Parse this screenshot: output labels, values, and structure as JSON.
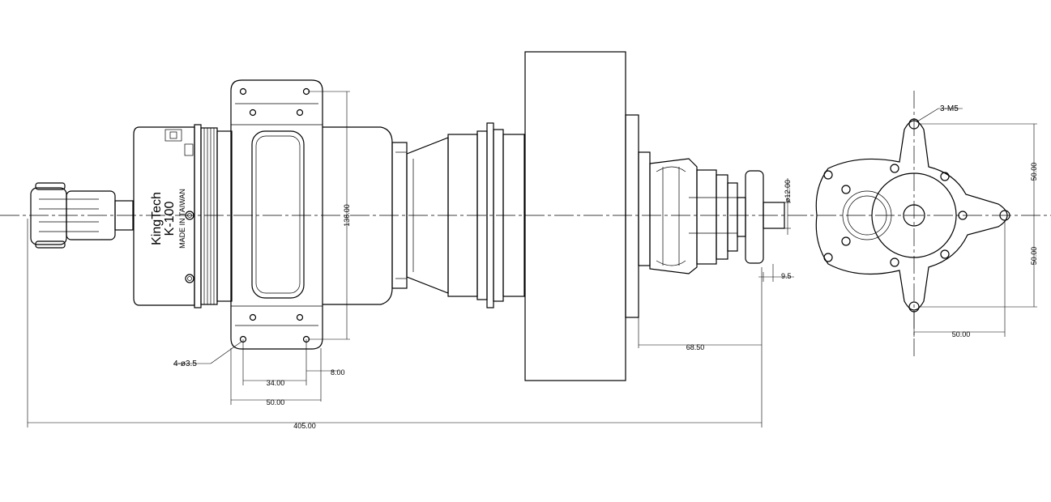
{
  "brand": {
    "line1": "KingTech",
    "line2": "K-100",
    "line3": "MADE IN TAIWAN"
  },
  "dimensions": {
    "overall_length": "405.00",
    "flange_height": "136.00",
    "flange_width": "50.00",
    "hole_spacing": "34.00",
    "hole_edge": "8.00",
    "mount_holes": "4-ø3.5",
    "shaft_dia": "ø12.00",
    "shaft_step": "9.5",
    "rear_length": "68.50",
    "rear_mount_threads": "3-M5",
    "rear_mount_upper": "50.00",
    "rear_mount_lower": "50.00",
    "rear_mount_width": "50.00"
  }
}
